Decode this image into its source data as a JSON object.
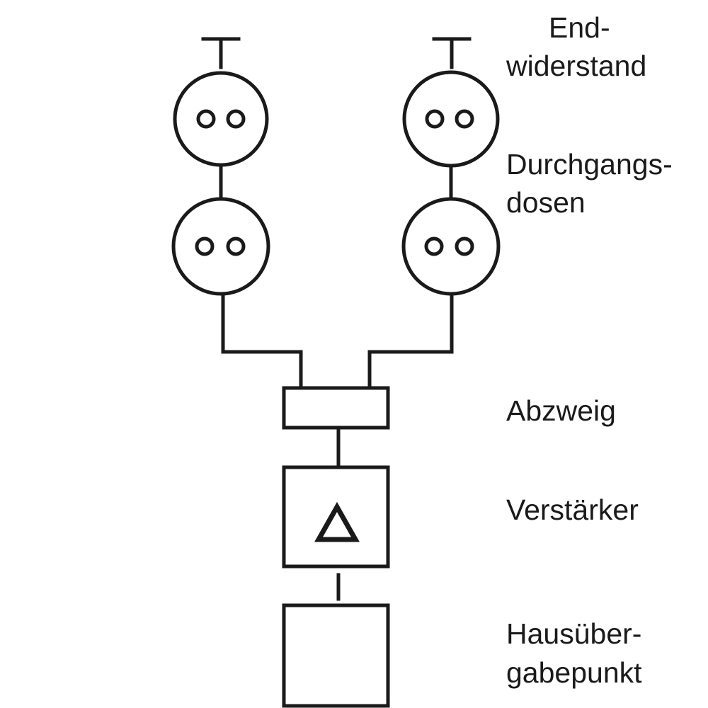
{
  "colors": {
    "stroke": "#1a1a1a",
    "background": "#ffffff"
  },
  "labels": {
    "end_resistor": [
      "End-",
      "widerstand"
    ],
    "through_sockets": [
      "Durchgangs-",
      "dosen"
    ],
    "splitter": "Abzweig",
    "amplifier": "Verstärker",
    "house_transfer_point": [
      "Hausüber-",
      "gabepunkt"
    ]
  },
  "icons": {
    "socket": "outlet-icon",
    "terminator": "terminator-icon",
    "amplifier": "triangle-icon"
  }
}
